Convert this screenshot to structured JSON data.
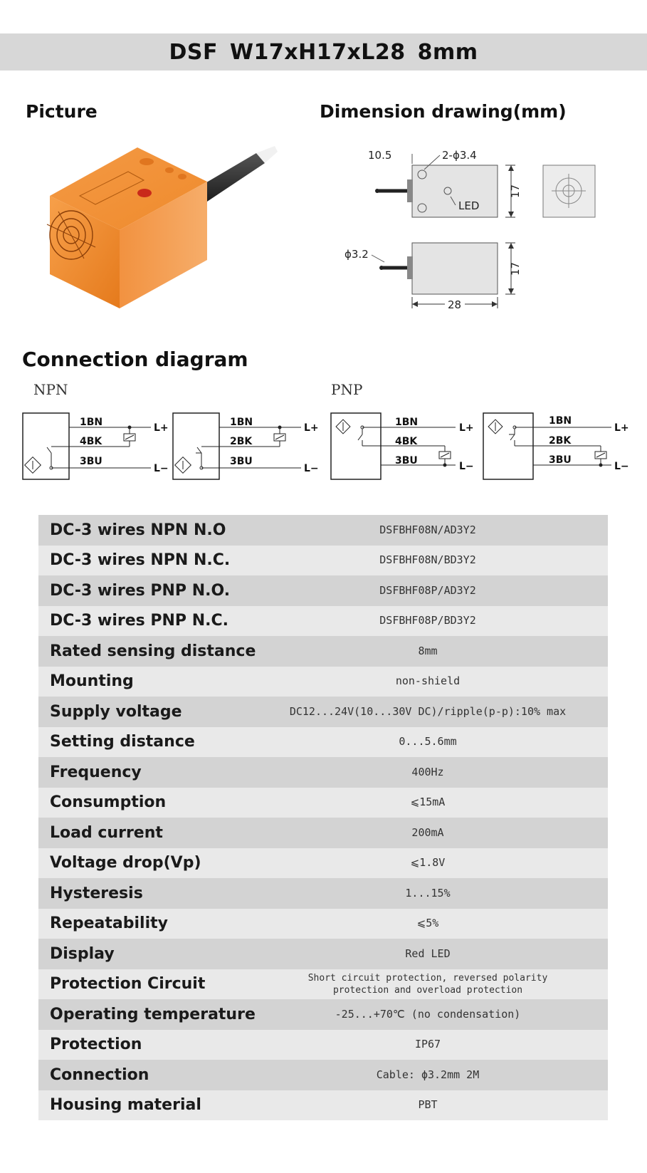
{
  "header": {
    "title": "DSF  W17xH17xL28  8mm"
  },
  "sections": {
    "picture": "Picture",
    "dimension": "Dimension drawing(mm)",
    "connection": "Connection diagram",
    "npn": "NPN",
    "pnp": "PNP"
  },
  "dimensions": {
    "d1": "10.5",
    "holes": "2-ϕ3.4",
    "led": "LED",
    "h1": "17",
    "cable": "ϕ3.2",
    "h2": "17",
    "length": "28"
  },
  "wiring": {
    "diagrams": [
      {
        "top": "1BN",
        "mid": "4BK",
        "bot": "3BU",
        "plus": "L+",
        "minus": "L−"
      },
      {
        "top": "1BN",
        "mid": "2BK",
        "bot": "3BU",
        "plus": "L+",
        "minus": "L−"
      },
      {
        "top": "1BN",
        "mid": "4BK",
        "bot": "3BU",
        "plus": "L+",
        "minus": "L−"
      },
      {
        "top": "1BN",
        "mid": "2BK",
        "bot": "3BU",
        "plus": "L+",
        "minus": "L−"
      }
    ]
  },
  "specs": [
    {
      "label": "DC-3 wires NPN N.O",
      "value": "DSFBHF08N/AD3Y2"
    },
    {
      "label": "DC-3 wires NPN N.C.",
      "value": "DSFBHF08N/BD3Y2"
    },
    {
      "label": "DC-3 wires PNP N.O.",
      "value": "DSFBHF08P/AD3Y2"
    },
    {
      "label": "DC-3 wires PNP N.C.",
      "value": "DSFBHF08P/BD3Y2"
    },
    {
      "label": "Rated sensing distance",
      "value": "8mm"
    },
    {
      "label": "Mounting",
      "value": "non-shield"
    },
    {
      "label": "Supply voltage",
      "value": "DC12...24V(10...30V DC)/ripple(p-p):10% max"
    },
    {
      "label": "Setting distance",
      "value": "0...5.6mm"
    },
    {
      "label": "Frequency",
      "value": "400Hz"
    },
    {
      "label": "Consumption",
      "value": "⩽15mA"
    },
    {
      "label": "Load current",
      "value": "200mA"
    },
    {
      "label": "Voltage drop(Vp)",
      "value": "⩽1.8V"
    },
    {
      "label": "Hysteresis",
      "value": "1...15%"
    },
    {
      "label": "Repeatability",
      "value": "⩽5%"
    },
    {
      "label": "Display",
      "value": "Red LED"
    },
    {
      "label": "Protection Circuit",
      "value": "Short circuit protection, reversed polarity\nprotection and overload protection"
    },
    {
      "label": "Operating temperature",
      "value": "-25...+70℃ (no condensation)"
    },
    {
      "label": "Protection",
      "value": "IP67"
    },
    {
      "label": "Connection",
      "value": "Cable: ϕ3.2mm 2M"
    },
    {
      "label": "Housing material",
      "value": "PBT"
    }
  ],
  "colors": {
    "housing": "#f08a2e",
    "title_bg": "#d7d7d7",
    "row_dark": "#d3d3d3",
    "row_light": "#e9e9e9"
  }
}
